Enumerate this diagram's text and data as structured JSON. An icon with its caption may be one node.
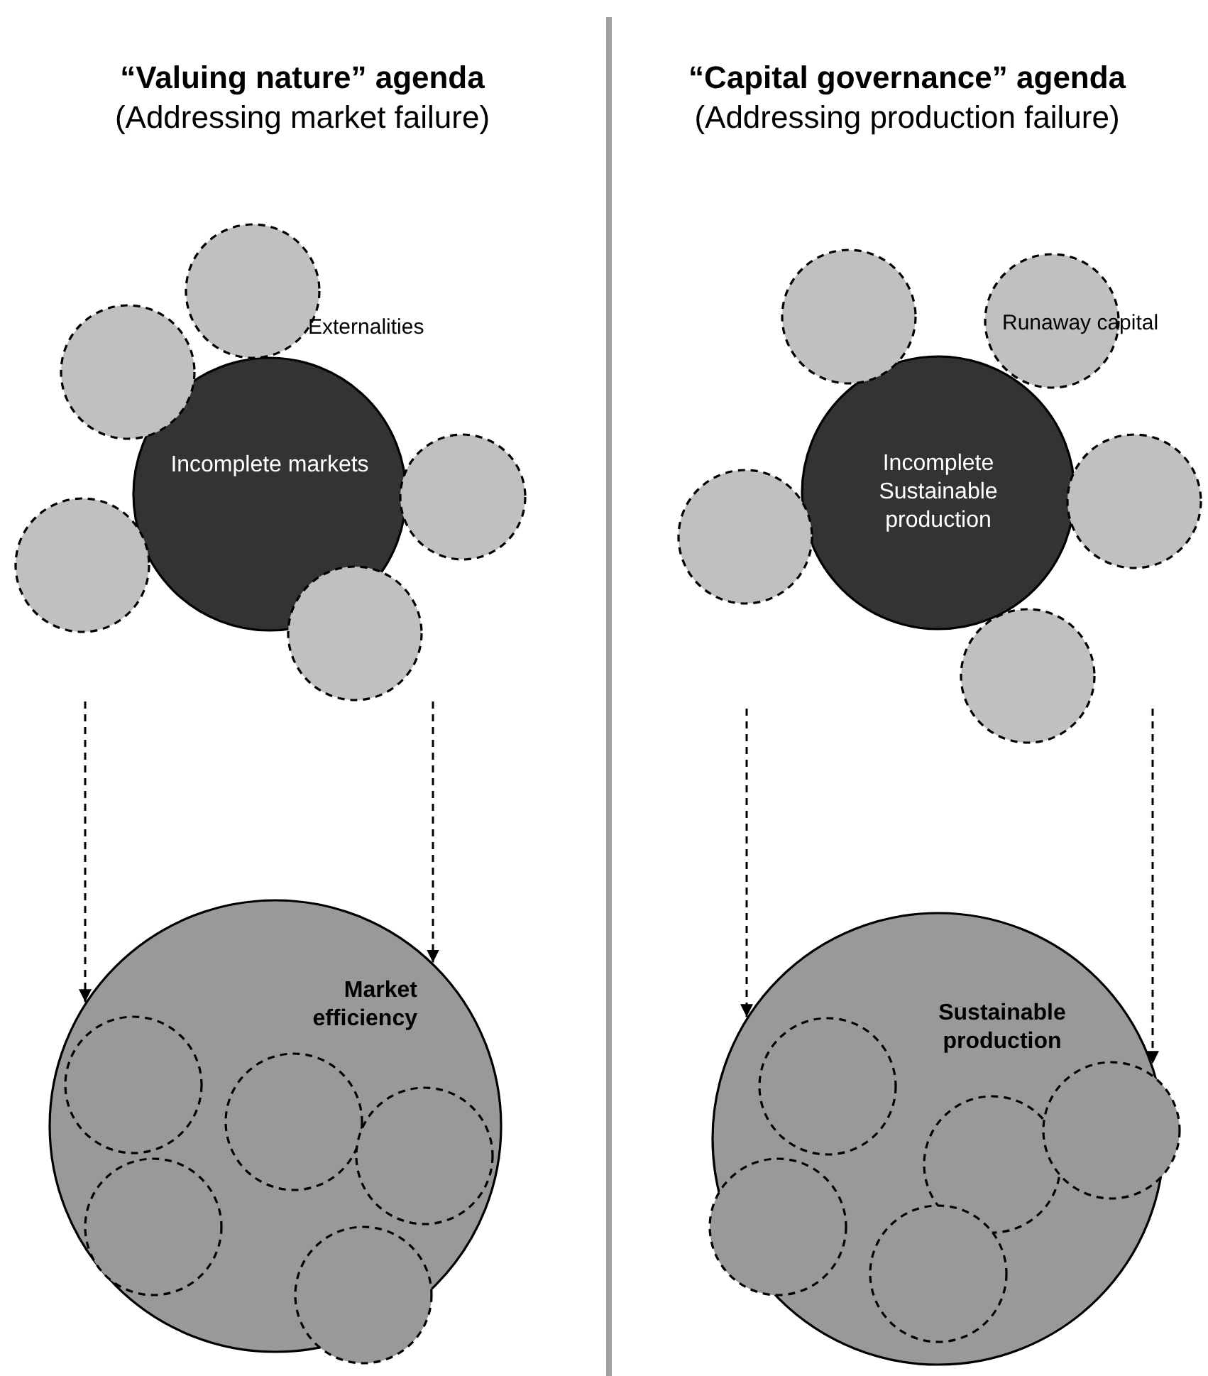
{
  "diagram": {
    "nodes": [
      {
        "text": [
          "Incomplete markets"
        ]
      },
      {
        "text": [],
        "shape": "circle"
      },
      {
        "text": [],
        "shape": "circle"
      },
      {
        "text": [],
        "shape": "circle"
      },
      {
        "text": [],
        "shape": "circle"
      },
      {
        "text": [],
        "shape": "circle"
      },
      {
        "text": [
          "Incomplete Sustainable production"
        ]
      },
      {
        "text": [],
        "shape": "circle"
      },
      {
        "text": [],
        "shape": "circle"
      },
      {
        "text": [],
        "shape": "circle"
      },
      {
        "text": [],
        "shape": "circle"
      },
      {
        "text": [],
        "shape": "circle"
      },
      {
        "text": [
          "Market efficiency"
        ]
      },
      {
        "text": [],
        "shape": "circle",
        "in": 12
      },
      {
        "text": [],
        "shape": "circle",
        "in": 12
      },
      {
        "text": [],
        "shape": "circle",
        "in": 12
      },
      {
        "text": [],
        "shape": "circle",
        "in": 12
      },
      {
        "text": [],
        "shape": "circle",
        "in": 12
      },
      {
        "text": [
          "Sustainable production"
        ]
      },
      {
        "text": [],
        "shape": "circle",
        "in": 18
      },
      {
        "text": [],
        "shape": "circle",
        "in": 18
      },
      {
        "text": [],
        "shape": "circle",
        "in": 18
      },
      {
        "text": [],
        "shape": "circle",
        "in": 18
      },
      {
        "text": [],
        "shape": "circle",
        "in": 18
      }
    ],
    "edges": [
      {
        "from": null,
        "to": 12,
        "arrow": "to",
        "style": "dashed"
      },
      {
        "from": null,
        "to": 12,
        "arrow": "to",
        "style": "dashed"
      },
      {
        "from": null,
        "to": 18,
        "arrow": "to",
        "style": "dashed"
      },
      {
        "from": null,
        "to": 18,
        "arrow": "to",
        "style": "dashed"
      }
    ],
    "labels": [
      "“Valuing nature” agenda",
      "(Addressing market failure)",
      "“Capital governance” agenda",
      "(Addressing production failure)",
      "Externalities",
      "Runaway capital"
    ]
  }
}
